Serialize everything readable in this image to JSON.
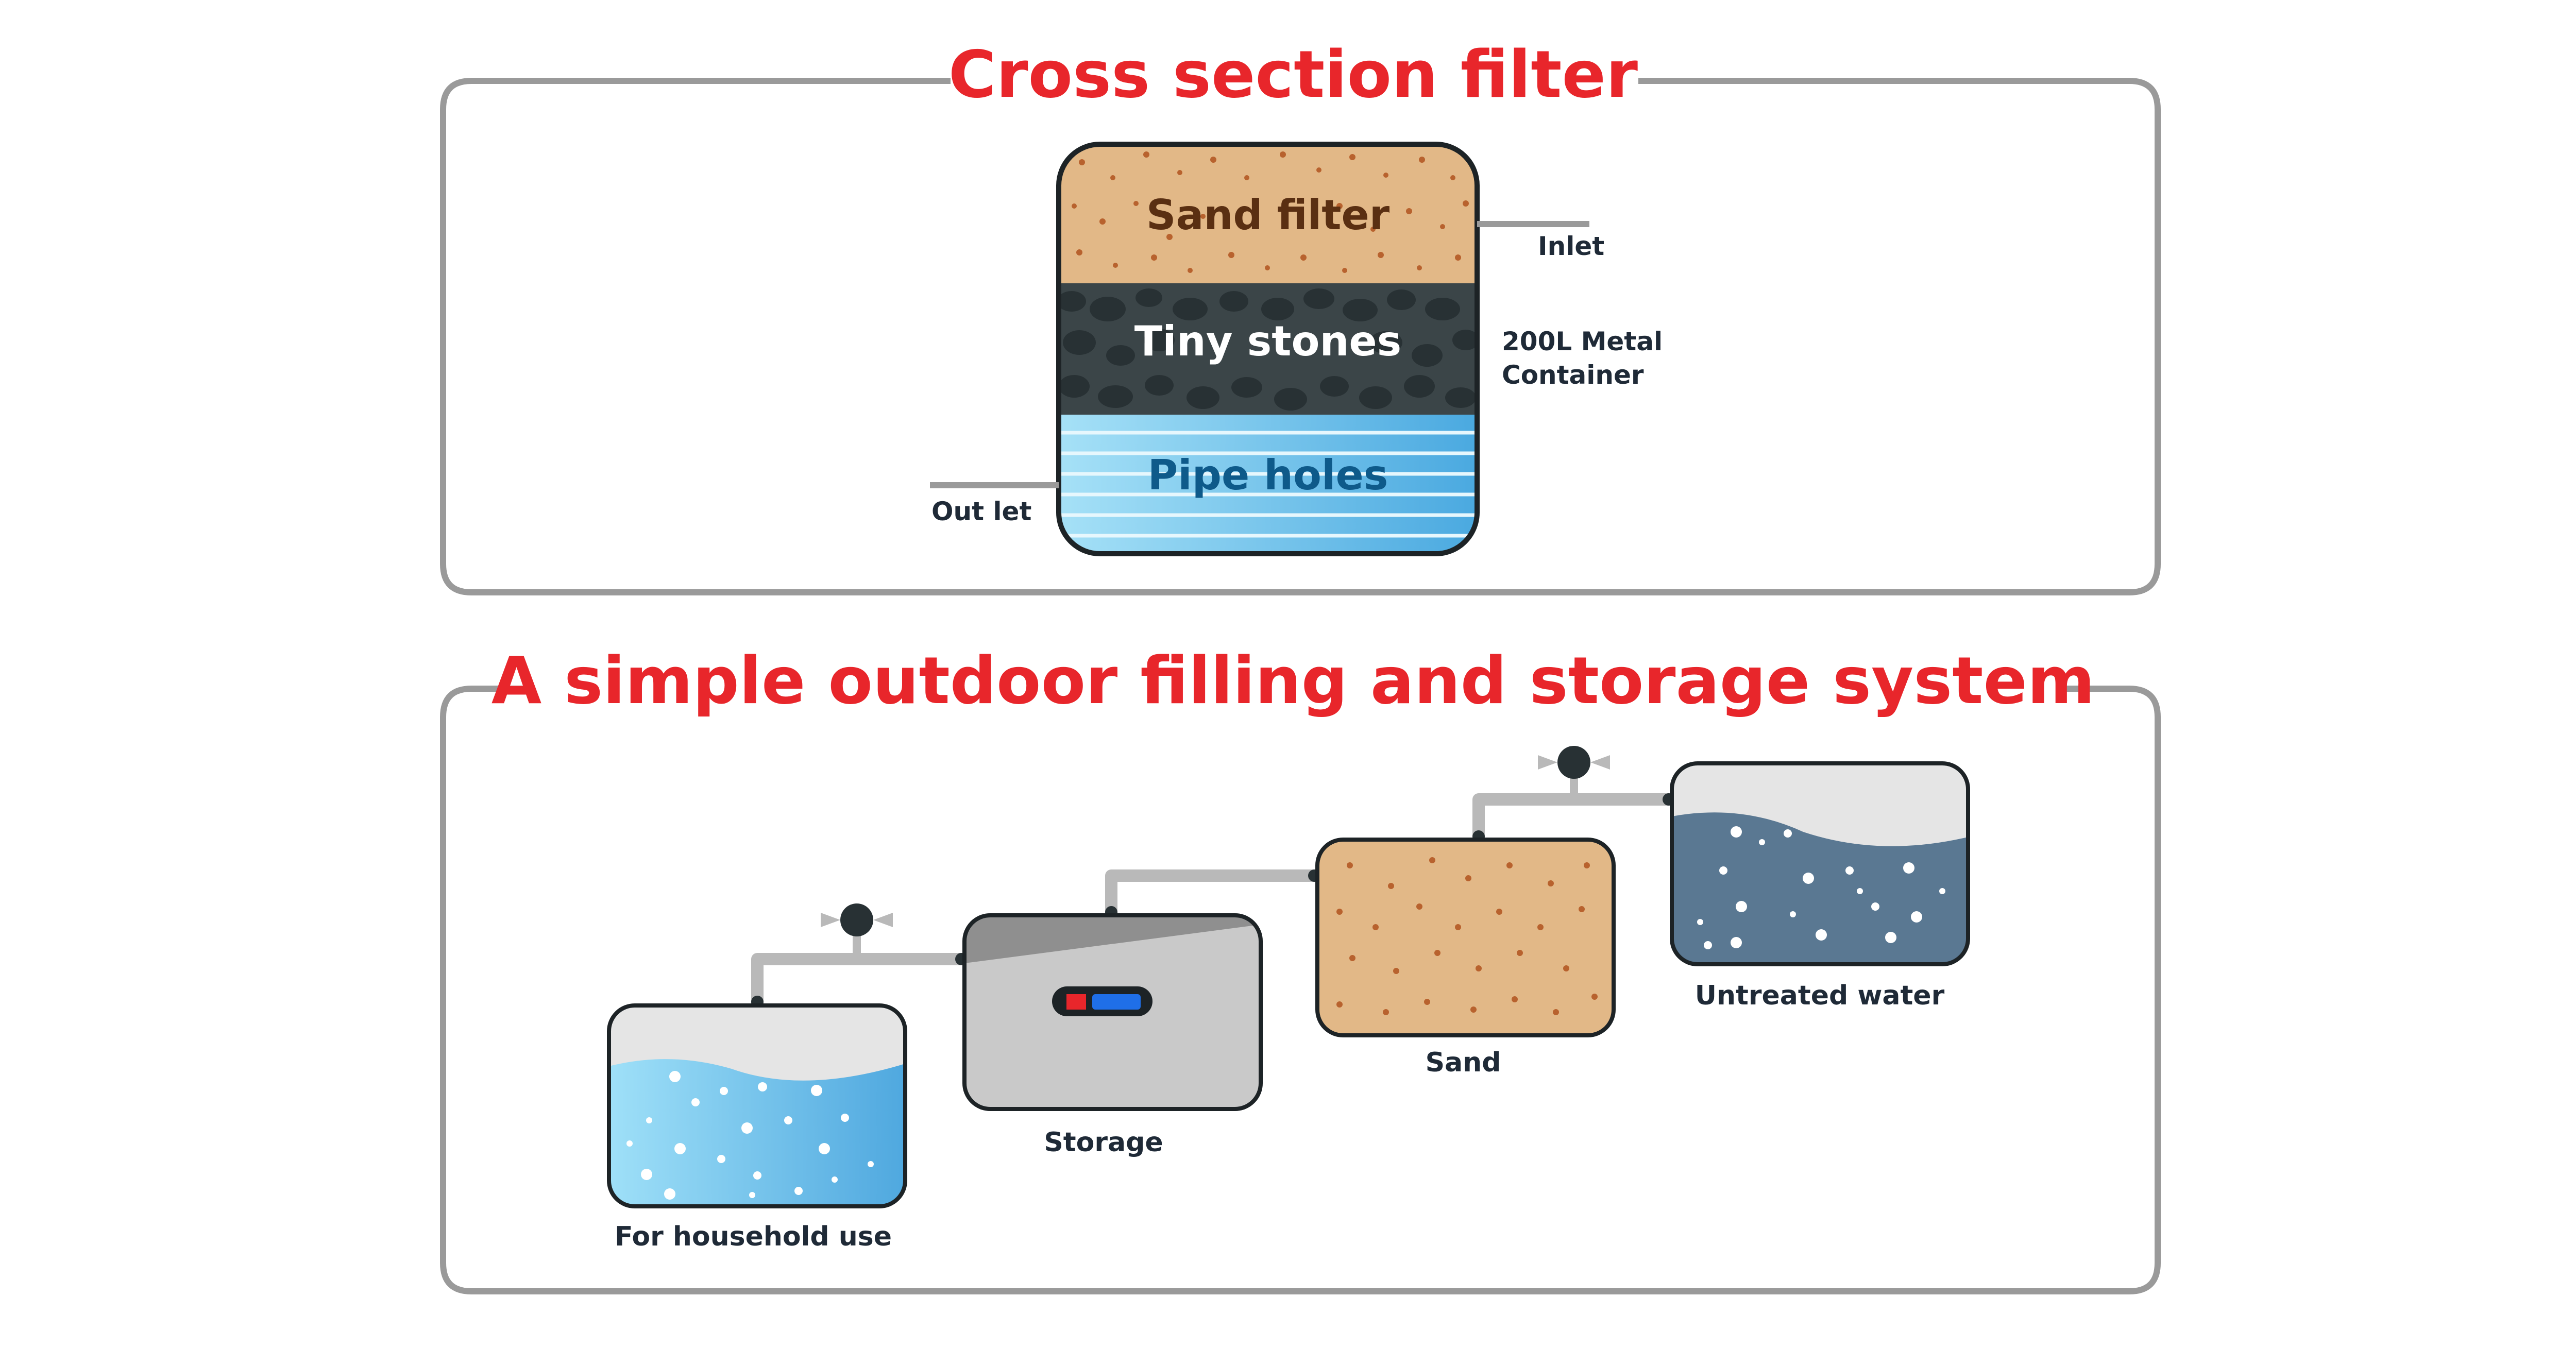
{
  "cross_section": {
    "title": "Cross section filter",
    "layers": {
      "sand": "Sand filter",
      "stones": "Tiny stones",
      "pipe": "Pipe holes"
    },
    "inlet": "Inlet",
    "outlet": "Out let",
    "container_line1": "200L Metal",
    "container_line2": "Container"
  },
  "system": {
    "title": "A simple outdoor filling and storage system",
    "household": "For household use",
    "storage": "Storage",
    "sand": "Sand",
    "untreated": "Untreated water"
  },
  "colors": {
    "title": "#e8262b",
    "sand": "#e2b887",
    "sand_dots": "#b8622e",
    "stones": "#3b4548",
    "stone": "#283134",
    "pipe_water": "#7fcff0",
    "clean_water": "#74c4ee",
    "untreated_water": "#5a7892",
    "storage_grey": "#c9c9c9",
    "pipe_grey": "#b9b9b9",
    "frame": "#9a9a9a"
  }
}
